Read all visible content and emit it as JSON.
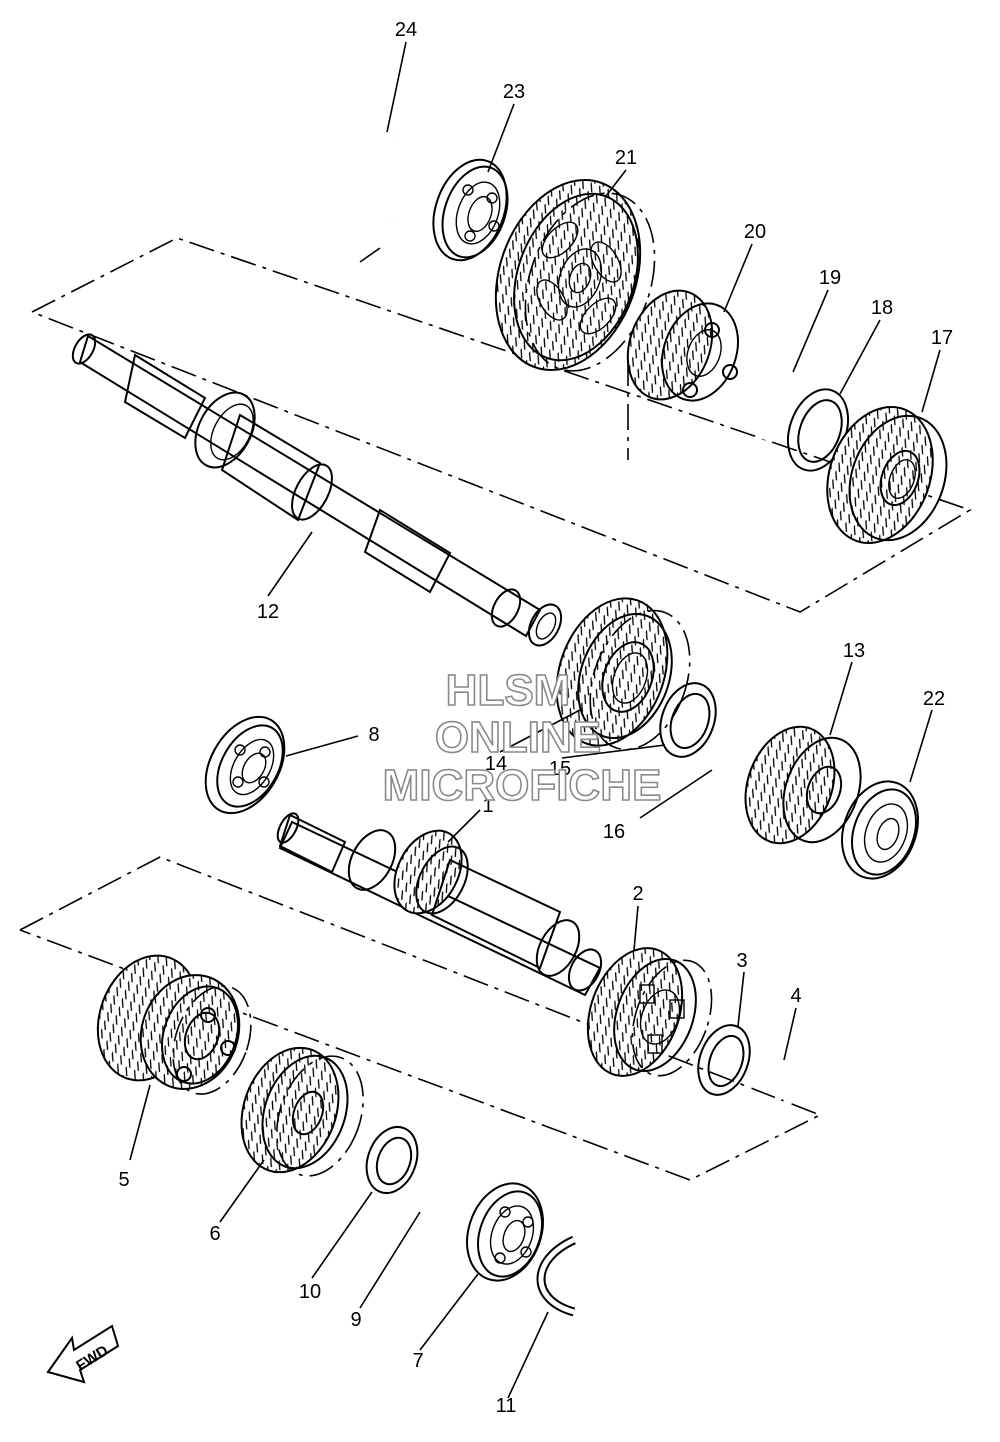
{
  "watermark": {
    "line1": "HLSM",
    "line2": "ONLINE",
    "line3": "MICROFICHE"
  },
  "direction_label": "FWD",
  "callouts": {
    "c1": "1",
    "c2": "2",
    "c3": "3",
    "c4": "4",
    "c5": "5",
    "c6": "6",
    "c7": "7",
    "c8": "8",
    "c9": "9",
    "c10": "10",
    "c11": "11",
    "c12": "12",
    "c13": "13",
    "c14": "14",
    "c15": "15",
    "c16": "16",
    "c17": "17",
    "c18": "18",
    "c19": "19",
    "c20": "20",
    "c21": "21",
    "c22": "22",
    "c23": "23",
    "c24": "24"
  }
}
